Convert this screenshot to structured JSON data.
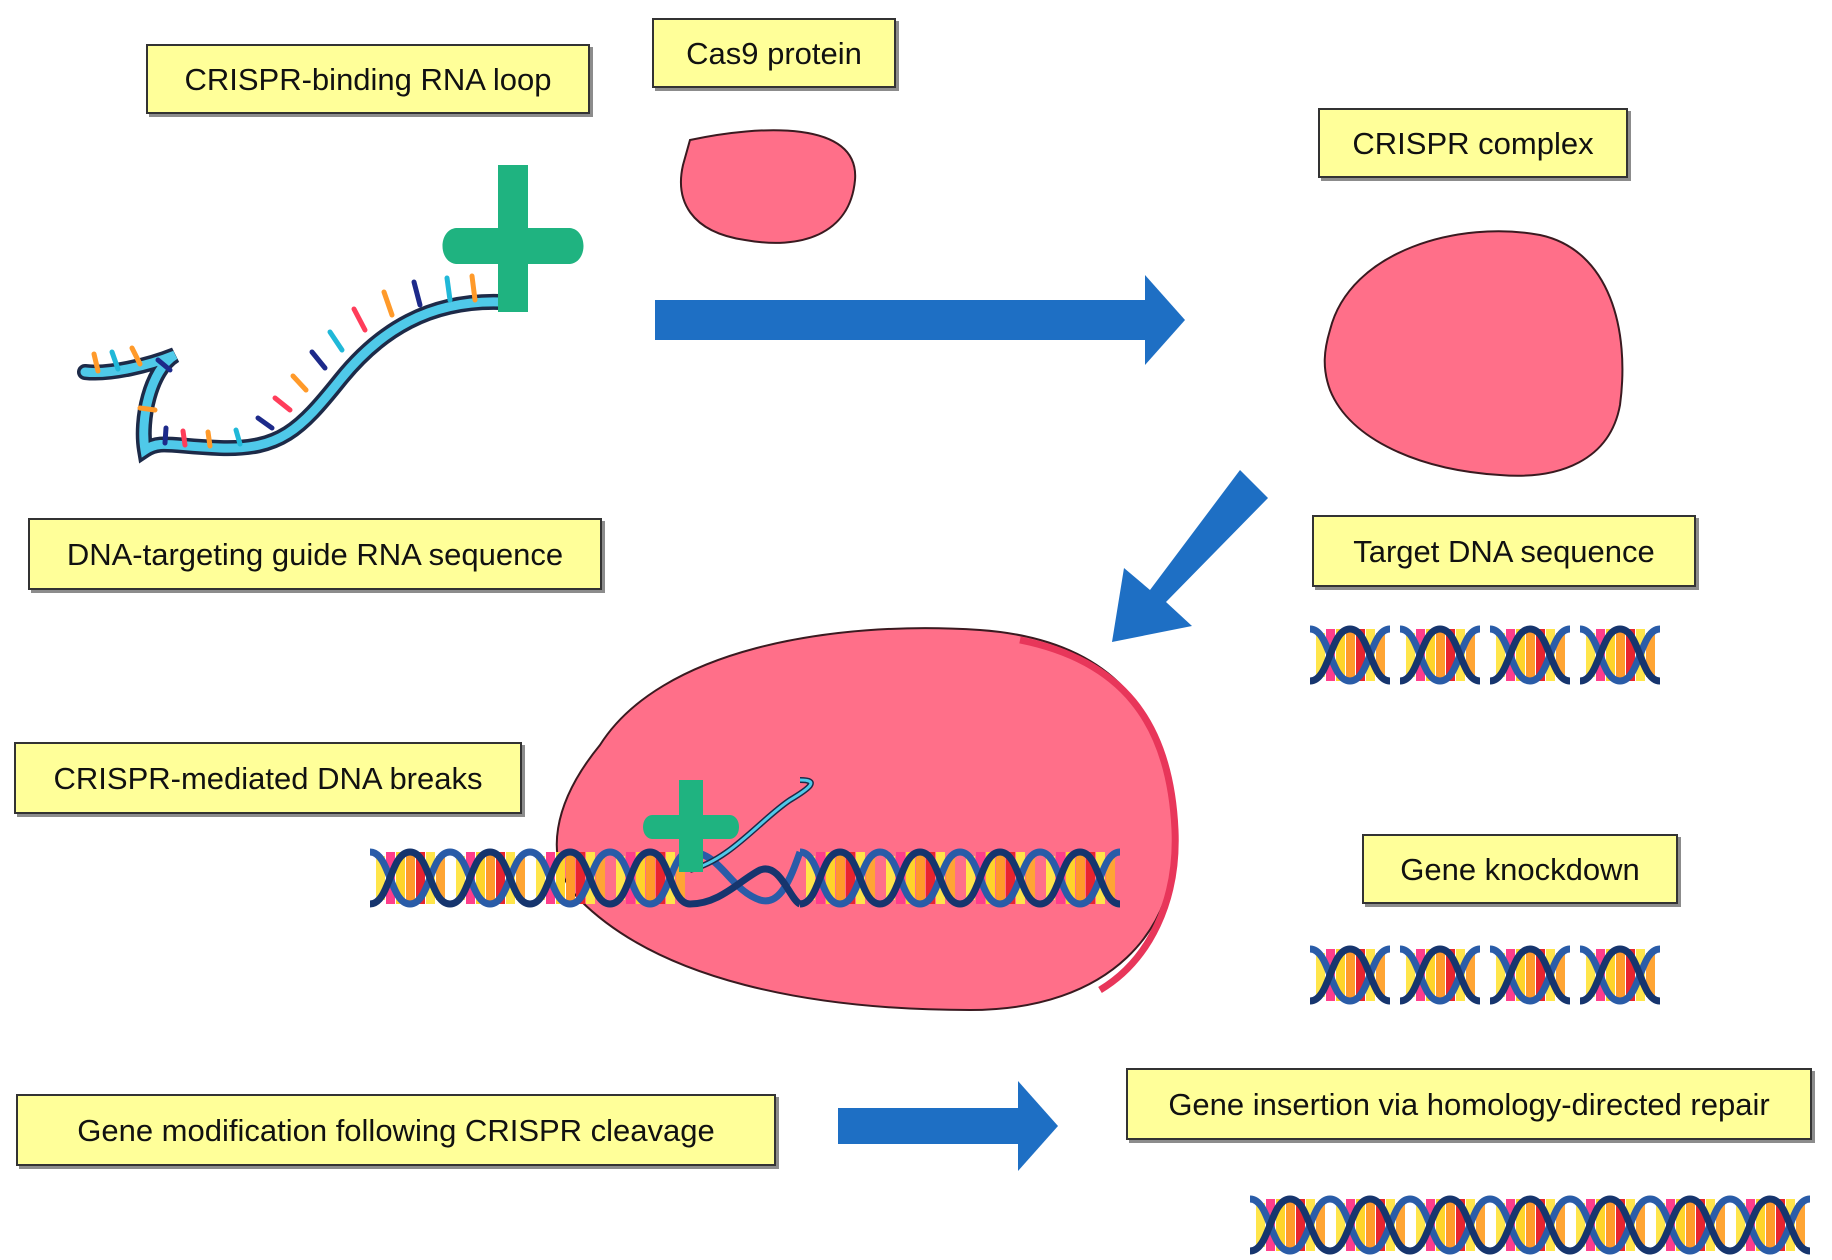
{
  "labels": {
    "crispr_binding_rna_loop": "CRISPR-binding RNA loop",
    "cas9_protein": "Cas9 protein",
    "crispr_complex": "CRISPR complex",
    "dna_targeting_guide_rna": "DNA-targeting guide RNA sequence",
    "target_dna_sequence": "Target DNA sequence",
    "crispr_mediated_dna_breaks": "CRISPR-mediated DNA breaks",
    "gene_knockdown": "Gene knockdown",
    "gene_modification": "Gene modification following CRISPR cleavage",
    "gene_insertion": "Gene insertion via homology-directed repair"
  },
  "colors": {
    "label_fill": "#ffff99",
    "protein": "#ff6f89",
    "protein_edge": "#e8365a",
    "arrow": "#1e6fc4",
    "rna_tag": "#1fb380",
    "helix_backbone": "#2a5ca8"
  },
  "icons": [
    "cas9-protein-blob",
    "guide-rna-strand",
    "rna-loop-cross",
    "dna-double-helix",
    "flow-arrow"
  ]
}
